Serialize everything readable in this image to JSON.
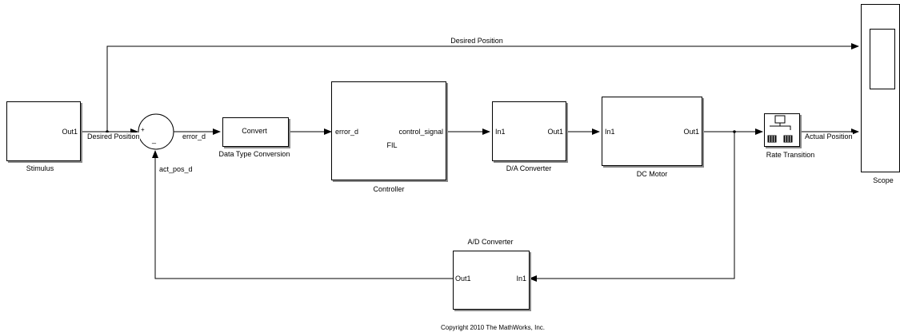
{
  "diagram": {
    "blocks": {
      "stimulus": {
        "name": "Stimulus",
        "out_port": "Out1"
      },
      "sum": {
        "plus_sign": "+",
        "minus_sign": "_"
      },
      "convert": {
        "content": "Convert",
        "name": "Data Type Conversion"
      },
      "controller": {
        "name": "Controller",
        "in_port": "error_d",
        "out_port": "control_signal",
        "content": "FIL"
      },
      "da_converter": {
        "name": "D/A Converter",
        "in_port": "In1",
        "out_port": "Out1"
      },
      "dc_motor": {
        "name": "DC Motor",
        "in_port": "In1",
        "out_port": "Out1"
      },
      "rate_transition": {
        "name": "Rate Transition"
      },
      "scope": {
        "name": "Scope"
      },
      "ad_converter": {
        "name": "A/D Converter",
        "in_port": "In1",
        "out_port": "Out1"
      }
    },
    "signals": {
      "desired_position_top": "Desired Position",
      "desired_position_sum": "Desired Position",
      "error_d": "error_d",
      "act_pos_d": "act_pos_d",
      "actual_position": "Actual Position"
    },
    "copyright": "Copyright 2010 The MathWorks, Inc."
  }
}
